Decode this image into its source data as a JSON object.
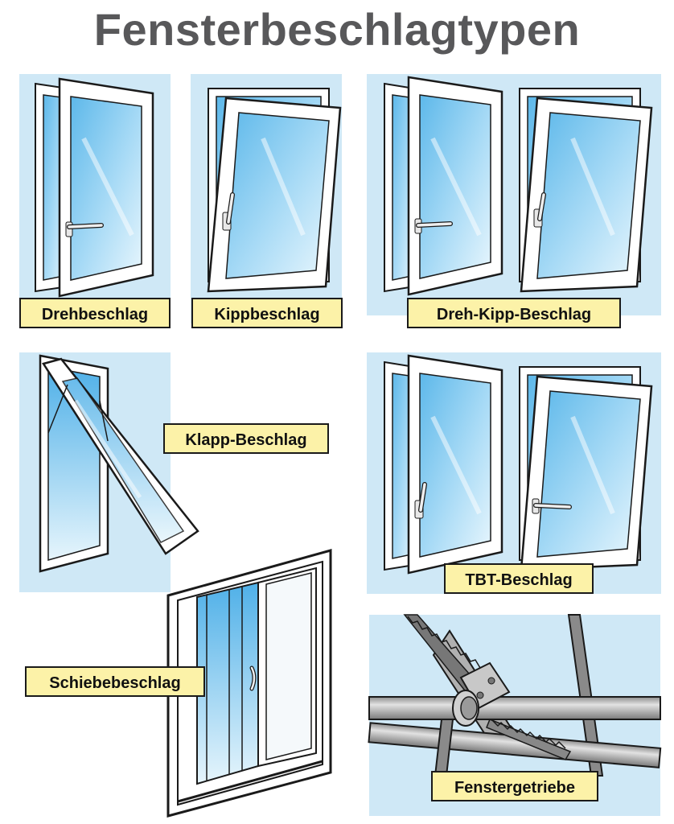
{
  "title": "Fensterbeschlagtypen",
  "colors": {
    "panel_bg": "#cfe8f6",
    "label_bg": "#fcf2a8",
    "title_gray": "#58585a",
    "glass": "#7cc6ef"
  },
  "labels": {
    "drehbeschlag": "Drehbeschlag",
    "kippbeschlag": "Kippbeschlag",
    "dreh_kipp": "Dreh-Kipp-Beschlag",
    "klapp": "Klapp-Beschlag",
    "tbt": "TBT-Beschlag",
    "schiebe": "Schiebebeschlag",
    "getriebe": "Fenstergetriebe"
  }
}
